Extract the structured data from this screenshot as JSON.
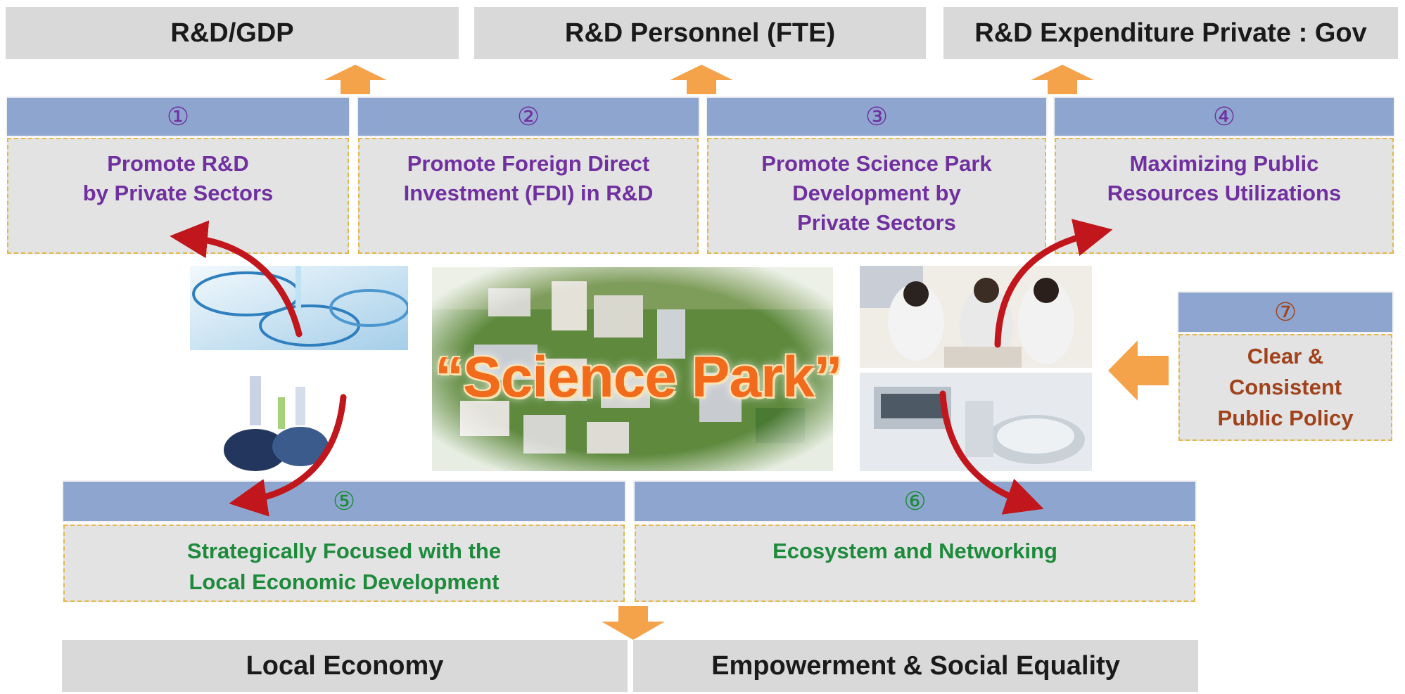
{
  "top_outcomes": [
    "R&D/GDP",
    "R&D Personnel (FTE)",
    "R&D Expenditure Private : Gov"
  ],
  "strategies": [
    {
      "number": "①",
      "lines": [
        "Promote R&D",
        "by Private Sectors"
      ]
    },
    {
      "number": "②",
      "lines": [
        "Promote Foreign Direct",
        "Investment (FDI) in R&D"
      ]
    },
    {
      "number": "③",
      "lines": [
        "Promote Science Park",
        "Development by",
        "Private Sectors"
      ]
    },
    {
      "number": "④",
      "lines": [
        "Maximizing Public",
        "Resources Utilizations"
      ]
    }
  ],
  "center_title": "“Science Park”",
  "policy": {
    "number": "⑦",
    "lines": [
      "Clear &",
      "Consistent",
      "Public Policy"
    ]
  },
  "lower_strategies": [
    {
      "number": "⑤",
      "lines": [
        "Strategically Focused with the",
        "Local Economic Development"
      ]
    },
    {
      "number": "⑥",
      "lines": [
        "Ecosystem and Networking"
      ]
    }
  ],
  "bottom_outcomes": [
    "Local Economy",
    "Empowerment & Social Equality"
  ],
  "colors": {
    "header_blue": "#8ea6cf",
    "box_gray": "#e3e3e3",
    "arrow_orange": "#f5a34a",
    "curve_red": "#c0161c",
    "title_orange": "#f26a1b",
    "purple_text": "#7030a0",
    "green_text": "#1e8a3c",
    "brown_text": "#a0431c"
  }
}
